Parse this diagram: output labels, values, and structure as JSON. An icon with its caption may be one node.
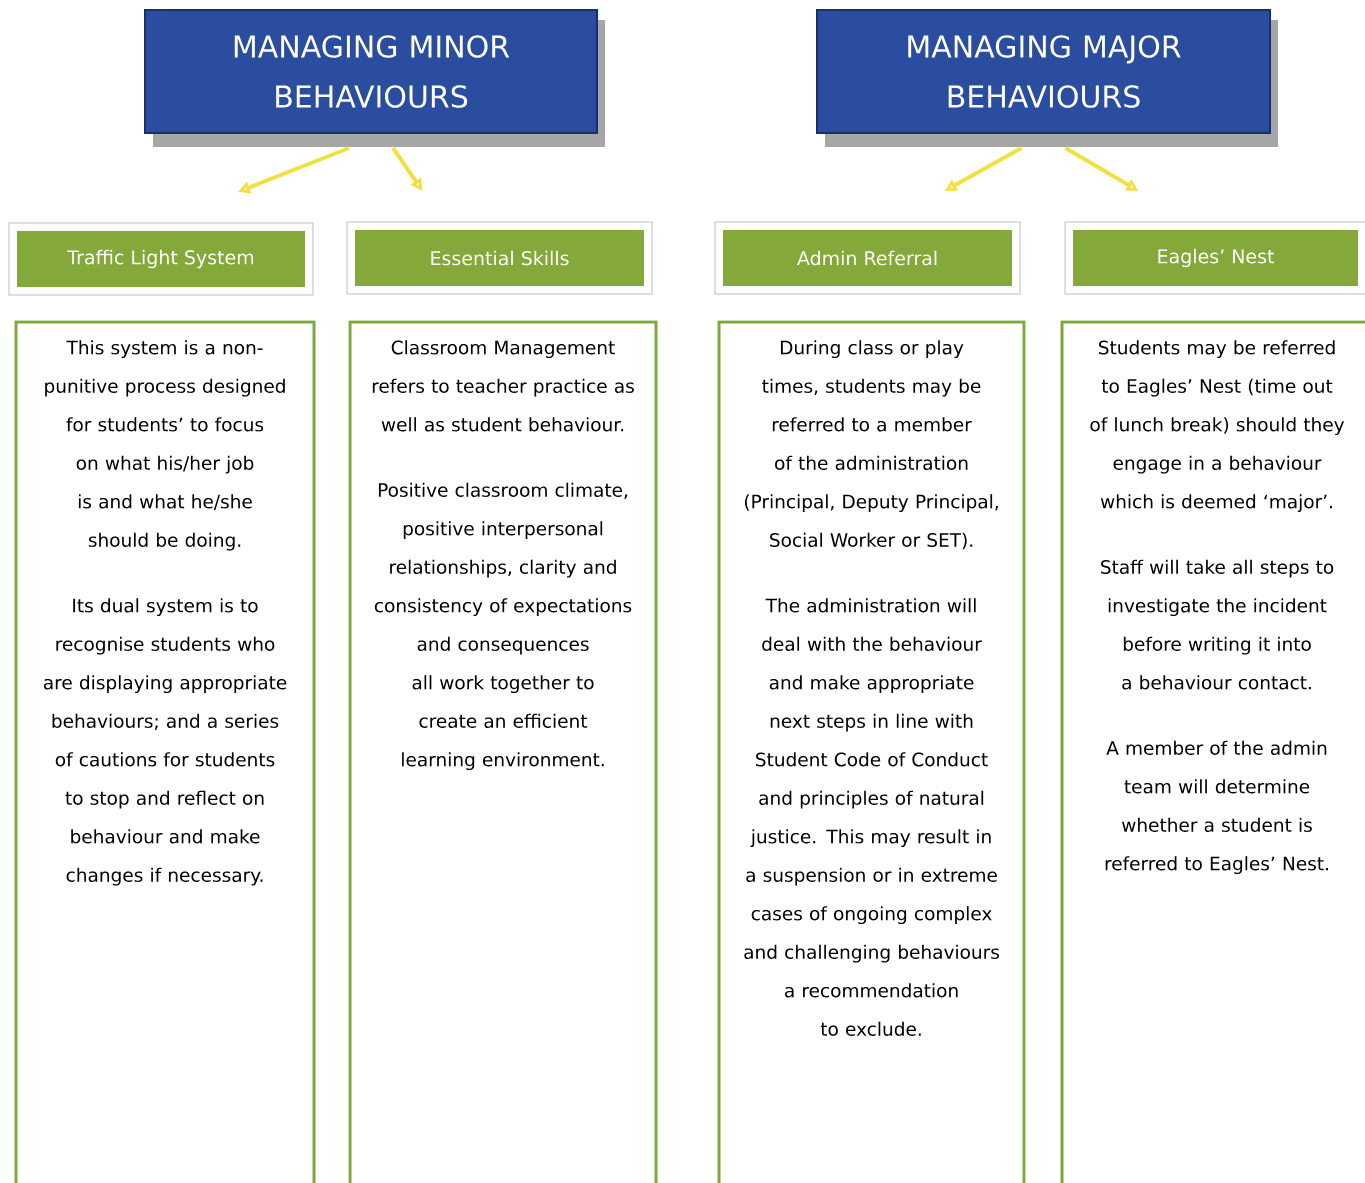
{
  "diagram": {
    "nodes": [
      {
        "text": [
          "MANAGING MINOR BEHAVIOURS"
        ]
      },
      {
        "text": [
          "MANAGING MAJOR BEHAVIOURS"
        ]
      },
      {
        "text": [
          "Traffic Light System"
        ]
      },
      {
        "text": [
          "Essential Skills"
        ]
      },
      {
        "text": [
          "Admin Referral"
        ]
      },
      {
        "text": [
          "Eagles’ Nest"
        ]
      },
      {
        "text": [
          "This system is a non-punitive process designed for students’ to focus on what his/her job is and what he/she should be doing.",
          "Its dual system is to recognise students who are displaying appropriate behaviours; and a series of cautions for students to stop and reflect on behaviour and make changes if necessary."
        ]
      },
      {
        "text": [
          "Classroom Management refers to teacher practice as well as student behaviour.",
          "Positive classroom climate, positive interpersonal relationships, clarity and consistency of expectations and consequences all work together to create an efficient learning environment."
        ]
      },
      {
        "text": [
          "During class or play times, students may be referred to a member of the administration (Principal, Deputy Principal, Social Worker or SET).",
          "The administration will deal with the behaviour and make appropriate next steps in line with Student Code of Conduct and principles of natural justice.  This may result in a suspension or in extreme cases of ongoing complex and challenging behaviours a recommendation to exclude."
        ]
      },
      {
        "text": [
          "Students may be referred to Eagles’ Nest (time out of lunch break) should they engage in a behaviour which is deemed ‘major’.",
          "Staff will take all steps to investigate the incident before writing it into a behaviour contact.",
          "A member of the admin team will determine whether a student is referred to Eagles’ Nest."
        ]
      }
    ],
    "edges": [
      {
        "from": 0,
        "to": 2,
        "arrow": "to"
      },
      {
        "from": 0,
        "to": 3,
        "arrow": "to"
      },
      {
        "from": 1,
        "to": 4,
        "arrow": "to"
      },
      {
        "from": 1,
        "to": 5,
        "arrow": "to"
      }
    ]
  }
}
